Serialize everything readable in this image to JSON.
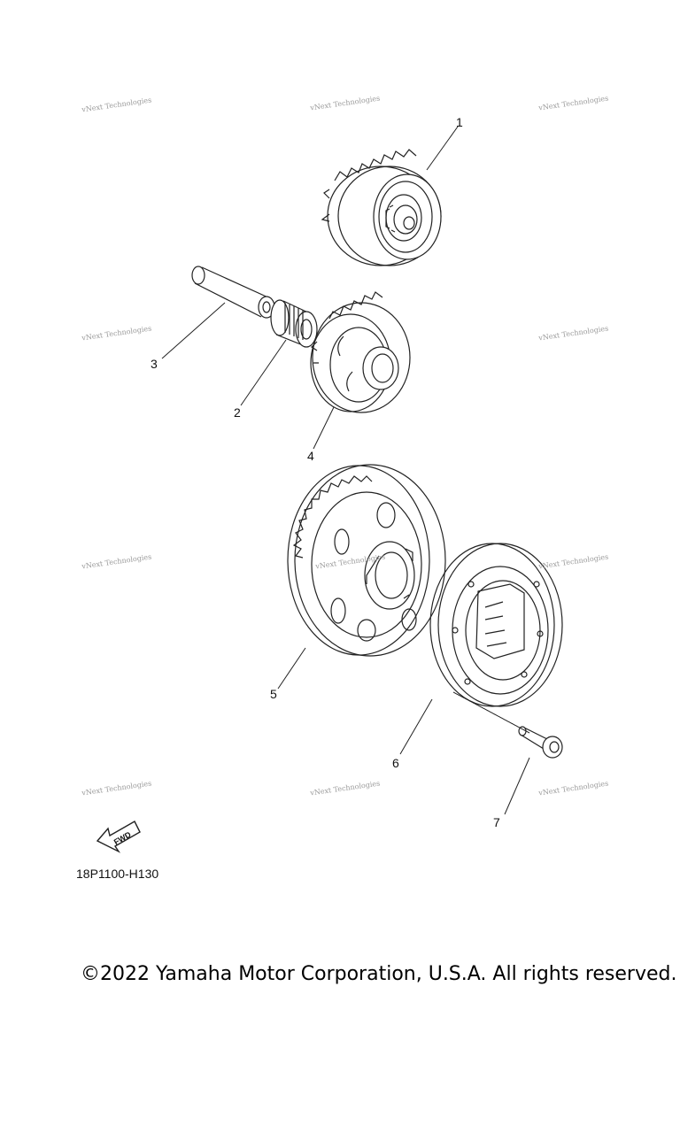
{
  "diagram": {
    "parts": [
      {
        "label": "1",
        "name": "idler-gear-1"
      },
      {
        "label": "2",
        "name": "needle-bearing"
      },
      {
        "label": "3",
        "name": "shaft"
      },
      {
        "label": "4",
        "name": "idler-gear-2"
      },
      {
        "label": "5",
        "name": "starter-wheel-gear"
      },
      {
        "label": "6",
        "name": "one-way-clutch"
      },
      {
        "label": "7",
        "name": "bolt"
      }
    ],
    "watermark": "vNext Technologies",
    "direction_label": "FWD",
    "diagram_code": "18P1100-H130",
    "copyright": "©2022 Yamaha Motor Corporation, U.S.A. All rights reserved."
  }
}
